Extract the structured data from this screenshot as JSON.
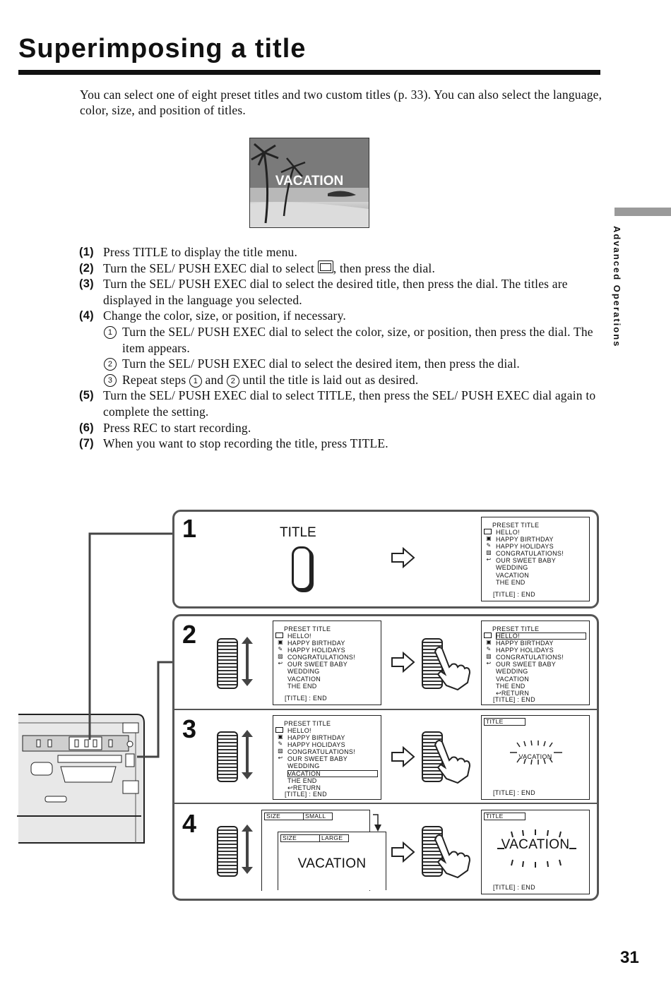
{
  "page": {
    "title": "Superimposing a title",
    "intro": "You can select one of eight preset titles and two custom titles (p. 33). You can also select the language, color, size, and position of titles.",
    "photo_caption": "VACATION",
    "side_label": "Advanced Operations",
    "page_number": "31"
  },
  "steps": [
    {
      "num": "(1)",
      "text": "Press TITLE to display the title menu."
    },
    {
      "num": "(2)",
      "text_before": "Turn the SEL/ PUSH EXEC dial to select ",
      "text_after": ", then press the dial."
    },
    {
      "num": "(3)",
      "text": "Turn the SEL/ PUSH EXEC dial to select the desired title, then press the dial. The titles are displayed in the language you selected."
    },
    {
      "num": "(4)",
      "text": "Change the color, size, or position, if necessary."
    },
    {
      "num": "(5)",
      "text": "Turn the SEL/ PUSH EXEC dial to select TITLE, then press the SEL/ PUSH EXEC dial again to complete the setting."
    },
    {
      "num": "(6)",
      "text": "Press REC to start recording."
    },
    {
      "num": "(7)",
      "text": "When you want to stop recording the title, press TITLE."
    }
  ],
  "substeps": [
    {
      "mark": "1",
      "text": "Turn the SEL/ PUSH EXEC dial to select the color, size, or position, then press the dial. The item appears."
    },
    {
      "mark": "2",
      "text": "Turn the SEL/ PUSH EXEC dial to select the desired item, then press the dial."
    },
    {
      "mark": "3",
      "text_a": "Repeat steps ",
      "ref1": "1",
      "text_b": " and ",
      "ref2": "2",
      "text_c": " until the title is laid out as desired."
    }
  ],
  "diagram": {
    "step_numbers": [
      "1",
      "2",
      "3",
      "4"
    ],
    "title_button_label": "TITLE",
    "menu": {
      "header": "PRESET TITLE",
      "items": [
        "HELLO!",
        "HAPPY BIRTHDAY",
        "HAPPY HOLIDAYS",
        "CONGRATULATIONS!",
        "OUR SWEET BABY",
        "WEDDING",
        "VACATION",
        "THE END"
      ],
      "return_item": "RETURN",
      "footer": "[TITLE] : END"
    },
    "title_tag": "TITLE",
    "vacation_text": "VACATION",
    "size_label": "SIZE",
    "size_small": "SMALL",
    "size_large": "LARGE"
  }
}
